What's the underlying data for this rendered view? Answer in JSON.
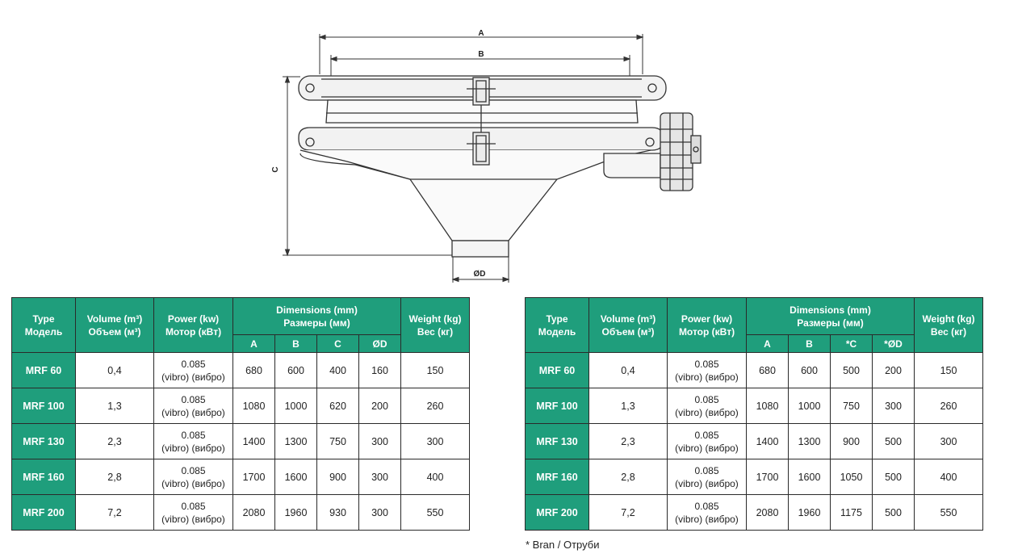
{
  "drawing": {
    "labels": {
      "a": "A",
      "b": "B",
      "c": "C",
      "d": "ØD"
    }
  },
  "colors": {
    "header_bg": "#1f9e7c",
    "header_text": "#ffffff",
    "border": "#2a2a2a"
  },
  "tables": [
    {
      "headers": {
        "type": [
          "Type",
          "Модель"
        ],
        "volume": [
          "Volume (m³)",
          "Объем (м³)"
        ],
        "power": [
          "Power (kw)",
          "Мотор (кВт)"
        ],
        "dimensions": [
          "Dimensions (mm)",
          "Размеры (мм)"
        ],
        "weight": [
          "Weight (kg)",
          "Вес (кг)"
        ],
        "dim_cols": [
          "A",
          "B",
          "C",
          "ØD"
        ]
      },
      "rows": [
        {
          "type": "MRF 60",
          "volume": "0,4",
          "power": [
            "0.085",
            "(vibro) (вибро)"
          ],
          "a": "680",
          "b": "600",
          "c": "400",
          "d": "160",
          "weight": "150"
        },
        {
          "type": "MRF 100",
          "volume": "1,3",
          "power": [
            "0.085",
            "(vibro) (вибро)"
          ],
          "a": "1080",
          "b": "1000",
          "c": "620",
          "d": "200",
          "weight": "260"
        },
        {
          "type": "MRF 130",
          "volume": "2,3",
          "power": [
            "0.085",
            "(vibro) (вибро)"
          ],
          "a": "1400",
          "b": "1300",
          "c": "750",
          "d": "300",
          "weight": "300"
        },
        {
          "type": "MRF 160",
          "volume": "2,8",
          "power": [
            "0.085",
            "(vibro) (вибро)"
          ],
          "a": "1700",
          "b": "1600",
          "c": "900",
          "d": "300",
          "weight": "400"
        },
        {
          "type": "MRF 200",
          "volume": "7,2",
          "power": [
            "0.085",
            "(vibro) (вибро)"
          ],
          "a": "2080",
          "b": "1960",
          "c": "930",
          "d": "300",
          "weight": "550"
        }
      ]
    },
    {
      "headers": {
        "type": [
          "Type",
          "Модель"
        ],
        "volume": [
          "Volume (m³)",
          "Объем (м³)"
        ],
        "power": [
          "Power (kw)",
          "Мотор (кВт)"
        ],
        "dimensions": [
          "Dimensions (mm)",
          "Размеры (мм)"
        ],
        "weight": [
          "Weight (kg)",
          "Вес (кг)"
        ],
        "dim_cols": [
          "A",
          "B",
          "*C",
          "*ØD"
        ]
      },
      "rows": [
        {
          "type": "MRF 60",
          "volume": "0,4",
          "power": [
            "0.085",
            "(vibro) (вибро)"
          ],
          "a": "680",
          "b": "600",
          "c": "500",
          "d": "200",
          "weight": "150"
        },
        {
          "type": "MRF 100",
          "volume": "1,3",
          "power": [
            "0.085",
            "(vibro) (вибро)"
          ],
          "a": "1080",
          "b": "1000",
          "c": "750",
          "d": "300",
          "weight": "260"
        },
        {
          "type": "MRF 130",
          "volume": "2,3",
          "power": [
            "0.085",
            "(vibro) (вибро)"
          ],
          "a": "1400",
          "b": "1300",
          "c": "900",
          "d": "500",
          "weight": "300"
        },
        {
          "type": "MRF 160",
          "volume": "2,8",
          "power": [
            "0.085",
            "(vibro) (вибро)"
          ],
          "a": "1700",
          "b": "1600",
          "c": "1050",
          "d": "500",
          "weight": "400"
        },
        {
          "type": "MRF 200",
          "volume": "7,2",
          "power": [
            "0.085",
            "(vibro) (вибро)"
          ],
          "a": "2080",
          "b": "1960",
          "c": "1175",
          "d": "500",
          "weight": "550"
        }
      ]
    }
  ],
  "footnote": "* Bran / Отруби"
}
